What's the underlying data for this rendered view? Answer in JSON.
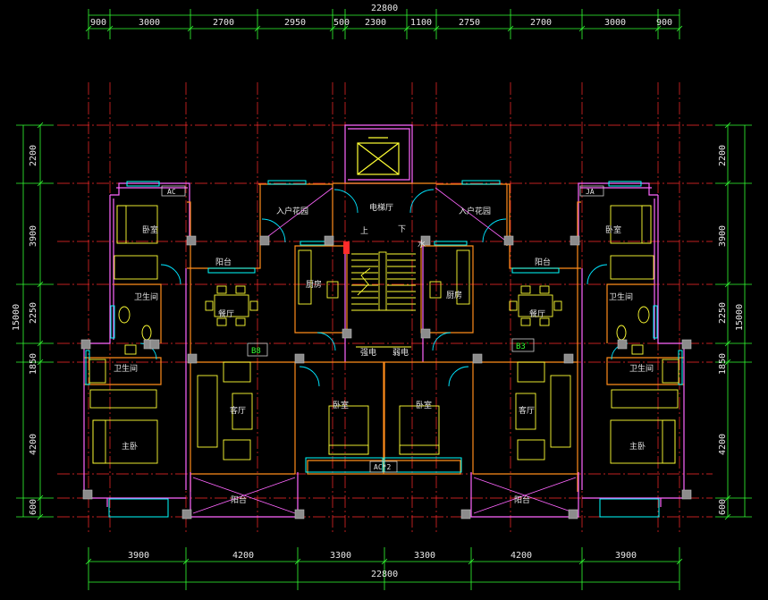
{
  "dimensions": {
    "top_total": "22800",
    "top": [
      "900",
      "3000",
      "2700",
      "2950",
      "500",
      "2300",
      "1100",
      "2750",
      "2700",
      "3000",
      "900"
    ],
    "bottom": [
      "3900",
      "4200",
      "3300",
      "3300",
      "4200",
      "3900"
    ],
    "bottom_total": "22800",
    "left": [
      "2200",
      "3900",
      "2250",
      "1850",
      "4200",
      "600"
    ],
    "left_total": "15000",
    "right": [
      "2200",
      "3900",
      "2250",
      "1850",
      "4200",
      "600"
    ],
    "right_total": "15000"
  },
  "rooms": {
    "bedroom": "卧室",
    "entry_garden": "入户花园",
    "elevator_hall": "电梯厅",
    "up": "上",
    "down": "下",
    "water": "水",
    "balcony": "阳台",
    "kitchen": "厨房",
    "bathroom": "卫生间",
    "dining": "餐厅",
    "living": "客厅",
    "master": "主卧",
    "strong_power": "强电",
    "weak_power": "弱电"
  },
  "tags": {
    "ac": "AC",
    "ja": "JA",
    "b8": "B8",
    "b3": "B3`",
    "ac2": "AC*2"
  },
  "colors": {
    "background": "#000000",
    "wall": "#ff66ff",
    "wall_orange": "#ff8c1a",
    "window": "#00ffff",
    "axis": "#ff2b2b",
    "furniture": "#ffff33",
    "dimension": "#33ff33",
    "door_arc": "#00e5ff",
    "column": "#8c8c8c"
  }
}
